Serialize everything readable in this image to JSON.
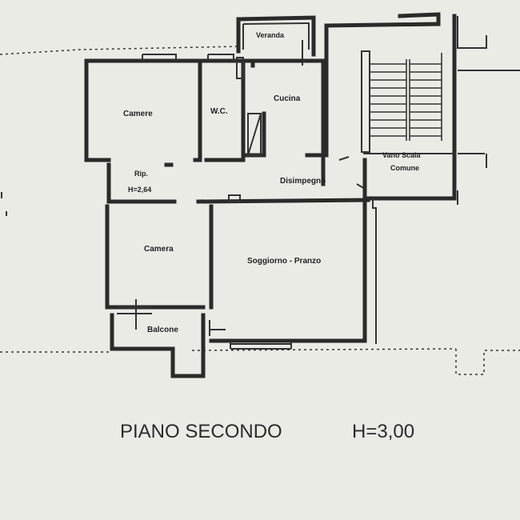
{
  "plan": {
    "rooms": [
      {
        "id": "camera-1",
        "label": "Camere"
      },
      {
        "id": "wc",
        "label": "W.C."
      },
      {
        "id": "veranda",
        "label": "Veranda"
      },
      {
        "id": "cucina",
        "label": "Cucina"
      },
      {
        "id": "rip",
        "label": "Rip."
      },
      {
        "id": "rip-height",
        "label": "H=2,64"
      },
      {
        "id": "disimpegno",
        "label": "Disimpegno"
      },
      {
        "id": "vano-scala-1",
        "label": "Vano Scala"
      },
      {
        "id": "vano-scala-2",
        "label": "Comune"
      },
      {
        "id": "camera-2",
        "label": "Camera"
      },
      {
        "id": "soggiorno",
        "label": "Soggiorno - Pranzo"
      },
      {
        "id": "balcone",
        "label": "Balcone"
      }
    ],
    "floor_title": "PIANO SECONDO",
    "height_label": "H=3,00"
  }
}
